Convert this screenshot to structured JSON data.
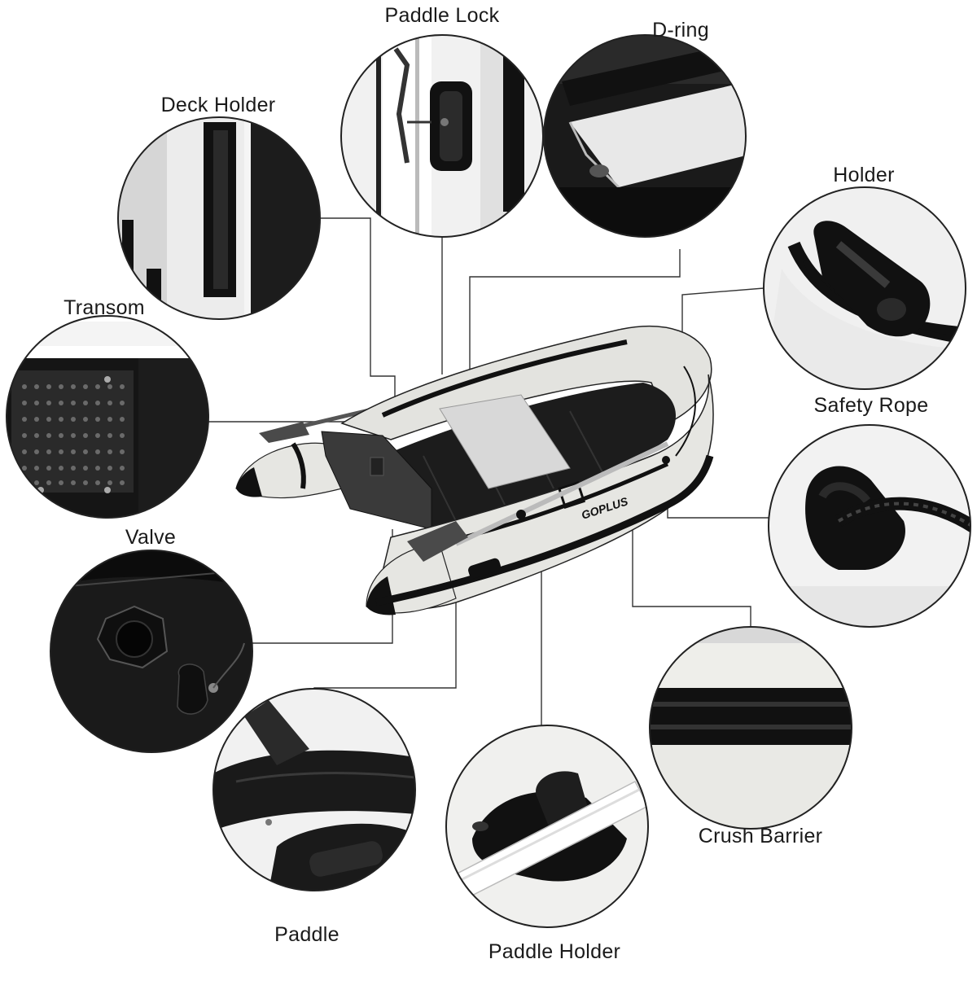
{
  "brand": {
    "logo_text": "GOPLUS"
  },
  "callouts": [
    {
      "id": "paddle-lock",
      "label": "Paddle Lock"
    },
    {
      "id": "d-ring",
      "label": "D-ring"
    },
    {
      "id": "deck-holder",
      "label": "Deck Holder"
    },
    {
      "id": "holder",
      "label": "Holder"
    },
    {
      "id": "transom",
      "label": "Transom"
    },
    {
      "id": "safety-rope",
      "label": "Safety Rope"
    },
    {
      "id": "valve",
      "label": "Valve"
    },
    {
      "id": "crush-barrier",
      "label": "Crush Barrier"
    },
    {
      "id": "paddle",
      "label": "Paddle"
    },
    {
      "id": "paddle-holder",
      "label": "Paddle Holder"
    }
  ],
  "colors": {
    "line": "#333333",
    "boat_body": "#e6e6e2",
    "boat_trim": "#111111",
    "floor": "#1c1c1c"
  }
}
